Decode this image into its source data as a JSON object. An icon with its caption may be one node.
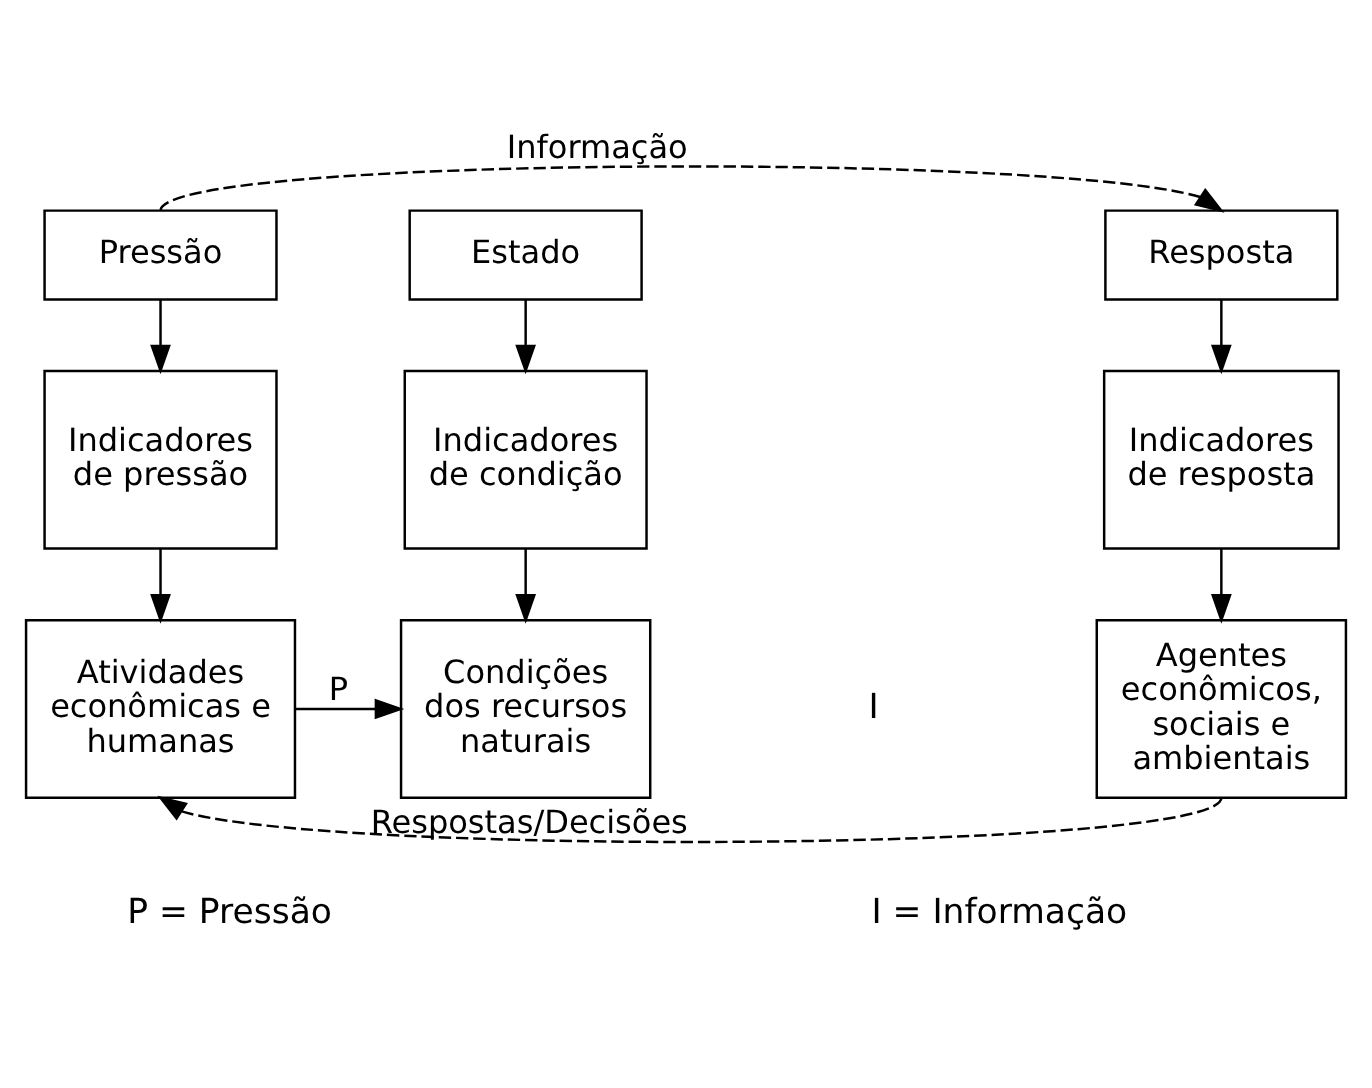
{
  "diagram": {
    "nodes": [
      {
        "text": [
          "Pressão"
        ]
      },
      {
        "text": [
          "Estado"
        ]
      },
      {
        "text": [
          "Resposta"
        ]
      },
      {
        "text": [
          "Indicadores de pressão"
        ]
      },
      {
        "text": [
          "Indicadores de condição"
        ]
      },
      {
        "text": [
          "Indicadores de resposta"
        ]
      },
      {
        "text": [
          "Atividades econômicas e humanas"
        ]
      },
      {
        "text": [
          "Condições dos recursos naturais"
        ]
      },
      {
        "text": [
          "Agentes econômicos, sociais e ambientais"
        ]
      }
    ],
    "edges": [
      {
        "from": 0,
        "to": 2,
        "arrow": "to",
        "style": "dashed",
        "label": "Informação"
      },
      {
        "from": 0,
        "to": 3,
        "arrow": "to"
      },
      {
        "from": 1,
        "to": 4,
        "arrow": "to"
      },
      {
        "from": 2,
        "to": 5,
        "arrow": "to"
      },
      {
        "from": 3,
        "to": 6,
        "arrow": "to"
      },
      {
        "from": 4,
        "to": 7,
        "arrow": "to"
      },
      {
        "from": 5,
        "to": 8,
        "arrow": "to"
      },
      {
        "from": 6,
        "to": 7,
        "arrow": "to",
        "label": "P"
      },
      {
        "from": 8,
        "to": 6,
        "arrow": "to",
        "style": "dashed",
        "label": "Respostas/Decisões"
      }
    ],
    "labels": [
      "I",
      "P = Pressão",
      "I = Informação"
    ]
  }
}
